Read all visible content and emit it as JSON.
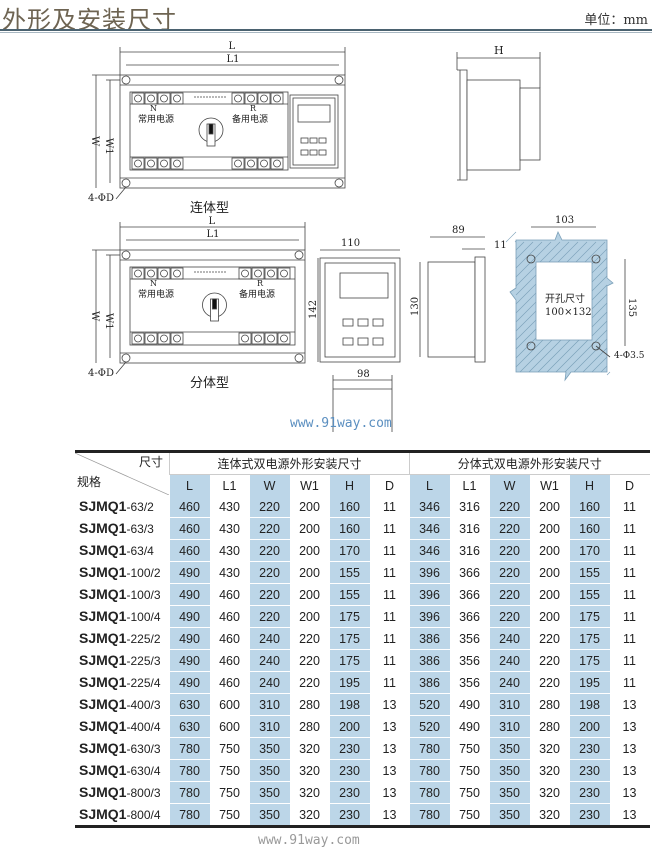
{
  "header": {
    "title": "外形及安装尺寸",
    "unit": "单位：mm"
  },
  "drawings": {
    "combined": {
      "label": "连体型",
      "dim_L": "L",
      "dim_L1": "L1",
      "dim_W": "W",
      "dim_W1": "W1",
      "holes": "4-ΦD",
      "source_n": "N",
      "source_n_label": "常用电源",
      "source_r": "R",
      "source_r_label": "备用电源"
    },
    "side": {
      "dim_H": "H"
    },
    "split": {
      "label": "分体型",
      "dim_L": "L",
      "dim_L1": "L1",
      "dim_W": "W",
      "dim_W1": "W1",
      "holes": "4-ΦD",
      "source_n": "N",
      "source_n_label": "常用电源",
      "source_r": "R",
      "source_r_label": "备用电源"
    },
    "controller_front": {
      "width": "110",
      "height": "142",
      "bottom_width": "98"
    },
    "controller_side": {
      "depth": "89",
      "flange": "11",
      "height": "130"
    },
    "cutout": {
      "width": "103",
      "height": "135",
      "label": "开孔尺寸",
      "size": "100×132",
      "holes": "4-Φ3.5"
    }
  },
  "watermark": {
    "mid": "www.91way.com",
    "bottom": "www.91way.com"
  },
  "table": {
    "corner_top": "尺寸",
    "corner_bottom": "规格",
    "group1": "连体式双电源外形安装尺寸",
    "group2": "分体式双电源外形安装尺寸",
    "columns": [
      "L",
      "L1",
      "W",
      "W1",
      "H",
      "D",
      "L",
      "L1",
      "W",
      "W1",
      "H",
      "D"
    ],
    "rows": [
      {
        "model": "SJMQ1",
        "size": "-63/2",
        "values": [
          "460",
          "430",
          "220",
          "200",
          "160",
          "11",
          "346",
          "316",
          "220",
          "200",
          "160",
          "11"
        ]
      },
      {
        "model": "SJMQ1",
        "size": "-63/3",
        "values": [
          "460",
          "430",
          "220",
          "200",
          "160",
          "11",
          "346",
          "316",
          "220",
          "200",
          "160",
          "11"
        ]
      },
      {
        "model": "SJMQ1",
        "size": "-63/4",
        "values": [
          "460",
          "430",
          "220",
          "200",
          "170",
          "11",
          "346",
          "316",
          "220",
          "200",
          "170",
          "11"
        ]
      },
      {
        "model": "SJMQ1",
        "size": "-100/2",
        "values": [
          "490",
          "430",
          "220",
          "200",
          "155",
          "11",
          "396",
          "366",
          "220",
          "200",
          "155",
          "11"
        ]
      },
      {
        "model": "SJMQ1",
        "size": "-100/3",
        "values": [
          "490",
          "460",
          "220",
          "200",
          "155",
          "11",
          "396",
          "366",
          "220",
          "200",
          "155",
          "11"
        ]
      },
      {
        "model": "SJMQ1",
        "size": "-100/4",
        "values": [
          "490",
          "460",
          "220",
          "200",
          "175",
          "11",
          "396",
          "366",
          "220",
          "200",
          "175",
          "11"
        ]
      },
      {
        "model": "SJMQ1",
        "size": "-225/2",
        "values": [
          "490",
          "460",
          "240",
          "220",
          "175",
          "11",
          "386",
          "356",
          "240",
          "220",
          "175",
          "11"
        ]
      },
      {
        "model": "SJMQ1",
        "size": "-225/3",
        "values": [
          "490",
          "460",
          "240",
          "220",
          "175",
          "11",
          "386",
          "356",
          "240",
          "220",
          "175",
          "11"
        ]
      },
      {
        "model": "SJMQ1",
        "size": "-225/4",
        "values": [
          "490",
          "460",
          "240",
          "220",
          "195",
          "11",
          "386",
          "356",
          "240",
          "220",
          "195",
          "11"
        ]
      },
      {
        "model": "SJMQ1",
        "size": "-400/3",
        "values": [
          "630",
          "600",
          "310",
          "280",
          "198",
          "13",
          "520",
          "490",
          "310",
          "280",
          "198",
          "13"
        ]
      },
      {
        "model": "SJMQ1",
        "size": "-400/4",
        "values": [
          "630",
          "600",
          "310",
          "280",
          "200",
          "13",
          "520",
          "490",
          "310",
          "280",
          "200",
          "13"
        ]
      },
      {
        "model": "SJMQ1",
        "size": "-630/3",
        "values": [
          "780",
          "750",
          "350",
          "320",
          "230",
          "13",
          "780",
          "750",
          "350",
          "320",
          "230",
          "13"
        ]
      },
      {
        "model": "SJMQ1",
        "size": "-630/4",
        "values": [
          "780",
          "750",
          "350",
          "320",
          "230",
          "13",
          "780",
          "750",
          "350",
          "320",
          "230",
          "13"
        ]
      },
      {
        "model": "SJMQ1",
        "size": "-800/3",
        "values": [
          "780",
          "750",
          "350",
          "320",
          "230",
          "13",
          "780",
          "750",
          "350",
          "320",
          "230",
          "13"
        ]
      },
      {
        "model": "SJMQ1",
        "size": "-800/4",
        "values": [
          "780",
          "750",
          "350",
          "320",
          "230",
          "13",
          "780",
          "750",
          "350",
          "320",
          "230",
          "13"
        ]
      }
    ]
  }
}
